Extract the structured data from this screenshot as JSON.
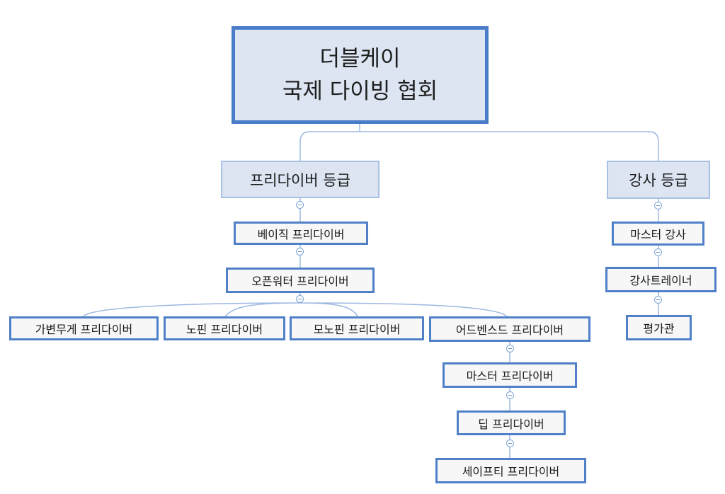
{
  "root": {
    "line1": "더블케이",
    "line2": "국제 다이빙 협회"
  },
  "categories": {
    "freediver": "프리다이버 등급",
    "instructor": "강사 등급"
  },
  "freediver_levels": {
    "basic": "베이직 프리다이버",
    "openwater": "오픈워터 프리다이버",
    "variable_weight": "가변무게 프리다이버",
    "no_fin": "노핀 프리다이버",
    "monofin": "모노핀 프리다이버",
    "advanced": "어드벤스드 프리다이버",
    "master": "마스터 프리다이버",
    "deep": "딥 프리다이버",
    "safety": "세이프티 프리다이버"
  },
  "instructor_levels": {
    "master_instructor": "마스터 강사",
    "instructor_trainer": "강사트레이너",
    "examiner": "평가관"
  },
  "colors": {
    "root_fill": "#dce5f1",
    "root_border": "#4a7dc9",
    "category_border": "#a7c0e3",
    "leaf_fill": "#f7f7f7",
    "leaf_border": "#4f80c8",
    "connector": "#9db8df"
  }
}
